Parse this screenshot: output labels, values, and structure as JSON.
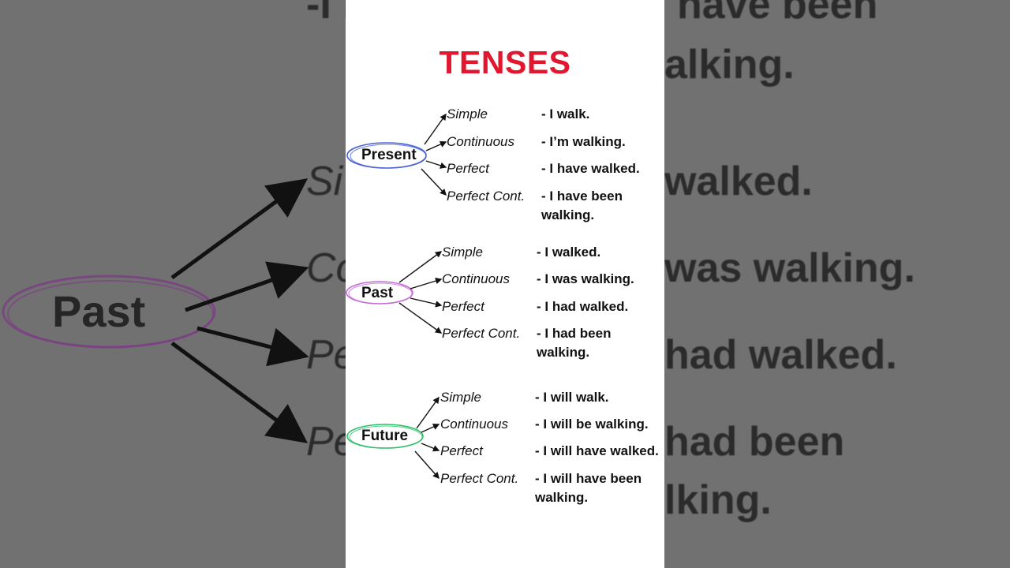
{
  "title": "TENSES",
  "colors": {
    "title": "#e0172f",
    "present": "#4a63d6",
    "past": "#c46ad8",
    "future": "#2fbf6a"
  },
  "tenses": [
    {
      "name": "Present",
      "rows": [
        {
          "type": "Simple",
          "example": "- I walk."
        },
        {
          "type": "Continuous",
          "example": "- I’m walking."
        },
        {
          "type": "Perfect",
          "example": "- I have walked."
        },
        {
          "type": "Perfect Cont.",
          "example": "- I have been walking."
        }
      ]
    },
    {
      "name": "Past",
      "rows": [
        {
          "type": "Simple",
          "example": "- I walked."
        },
        {
          "type": "Continuous",
          "example": "- I was  walking."
        },
        {
          "type": "Perfect",
          "example": "- I had walked."
        },
        {
          "type": "Perfect Cont.",
          "example": "- I had been walking."
        }
      ]
    },
    {
      "name": "Future",
      "rows": [
        {
          "type": "Simple",
          "example": "- I will walk."
        },
        {
          "type": "Continuous",
          "example": "- I will be walking."
        },
        {
          "type": "Perfect",
          "example": "- I will have walked."
        },
        {
          "type": "Perfect Cont.",
          "example": "- I will have been walking."
        }
      ]
    }
  ],
  "background": {
    "big_label": "Past",
    "fragments": [
      {
        "text": "-I Pe",
        "italic": false
      },
      {
        "text": "have been",
        "italic": false
      },
      {
        "text": "alking.",
        "italic": false
      },
      {
        "text": "Si",
        "italic": true
      },
      {
        "text": "walked.",
        "italic": false
      },
      {
        "text": "Co",
        "italic": true
      },
      {
        "text": "was  walking.",
        "italic": false
      },
      {
        "text": "Pe",
        "italic": true
      },
      {
        "text": "had walked.",
        "italic": false
      },
      {
        "text": "Pe",
        "italic": true
      },
      {
        "text": "had been",
        "italic": false
      },
      {
        "text": "lking.",
        "italic": false
      }
    ]
  }
}
